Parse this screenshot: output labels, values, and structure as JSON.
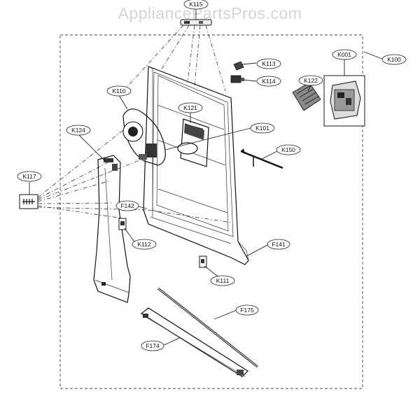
{
  "watermark": "AppliancePartsPros.com",
  "labels": {
    "K115": "K115",
    "K100": "K100",
    "K001": "K001",
    "K113": "K113",
    "K114": "K114",
    "K122": "K122",
    "K110": "K110",
    "K121": "K121",
    "K101": "K101",
    "K124": "K124",
    "K150": "K150",
    "K117": "K117",
    "F142": "F142",
    "K112": "K112",
    "F141": "F141",
    "K111": "K111",
    "F175": "F175",
    "F174": "F174"
  }
}
